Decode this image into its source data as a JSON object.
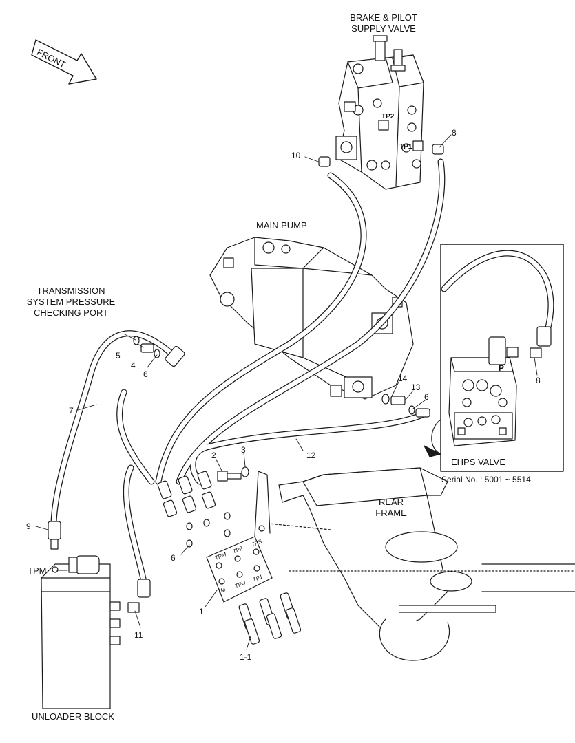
{
  "labels": {
    "brake_pilot_line1": "BRAKE & PILOT",
    "brake_pilot_line2": "SUPPLY VALVE",
    "front": "FRONT",
    "main_pump": "MAIN PUMP",
    "transmission_line1": "TRANSMISSION",
    "transmission_line2": "SYSTEM PRESSURE",
    "transmission_line3": "CHECKING PORT",
    "ehps_valve": "EHPS VALVE",
    "serial": "Serial No. : 5001 ~ 5514",
    "rear_line1": "REAR",
    "rear_line2": "FRAME",
    "tpm": "TPM",
    "unloader_block": "UNLOADER BLOCK"
  },
  "valve_ports": {
    "tp2": "TP2",
    "tp1": "TP1",
    "p": "P"
  },
  "plate_ports": [
    "TPM",
    "TP2",
    "TPS",
    "TM",
    "TPU",
    "TP1"
  ],
  "callouts": {
    "c10": "10",
    "c8_top": "8",
    "c8_inset": "8",
    "c5": "5",
    "c4": "4",
    "c6_tcp": "6",
    "c7": "7",
    "c14": "14",
    "c13": "13",
    "c6_right": "6",
    "c12": "12",
    "c2": "2",
    "c3": "3",
    "c9": "9",
    "c6_plate": "6",
    "c1": "1",
    "c11": "11",
    "c1_1": "1-1"
  }
}
